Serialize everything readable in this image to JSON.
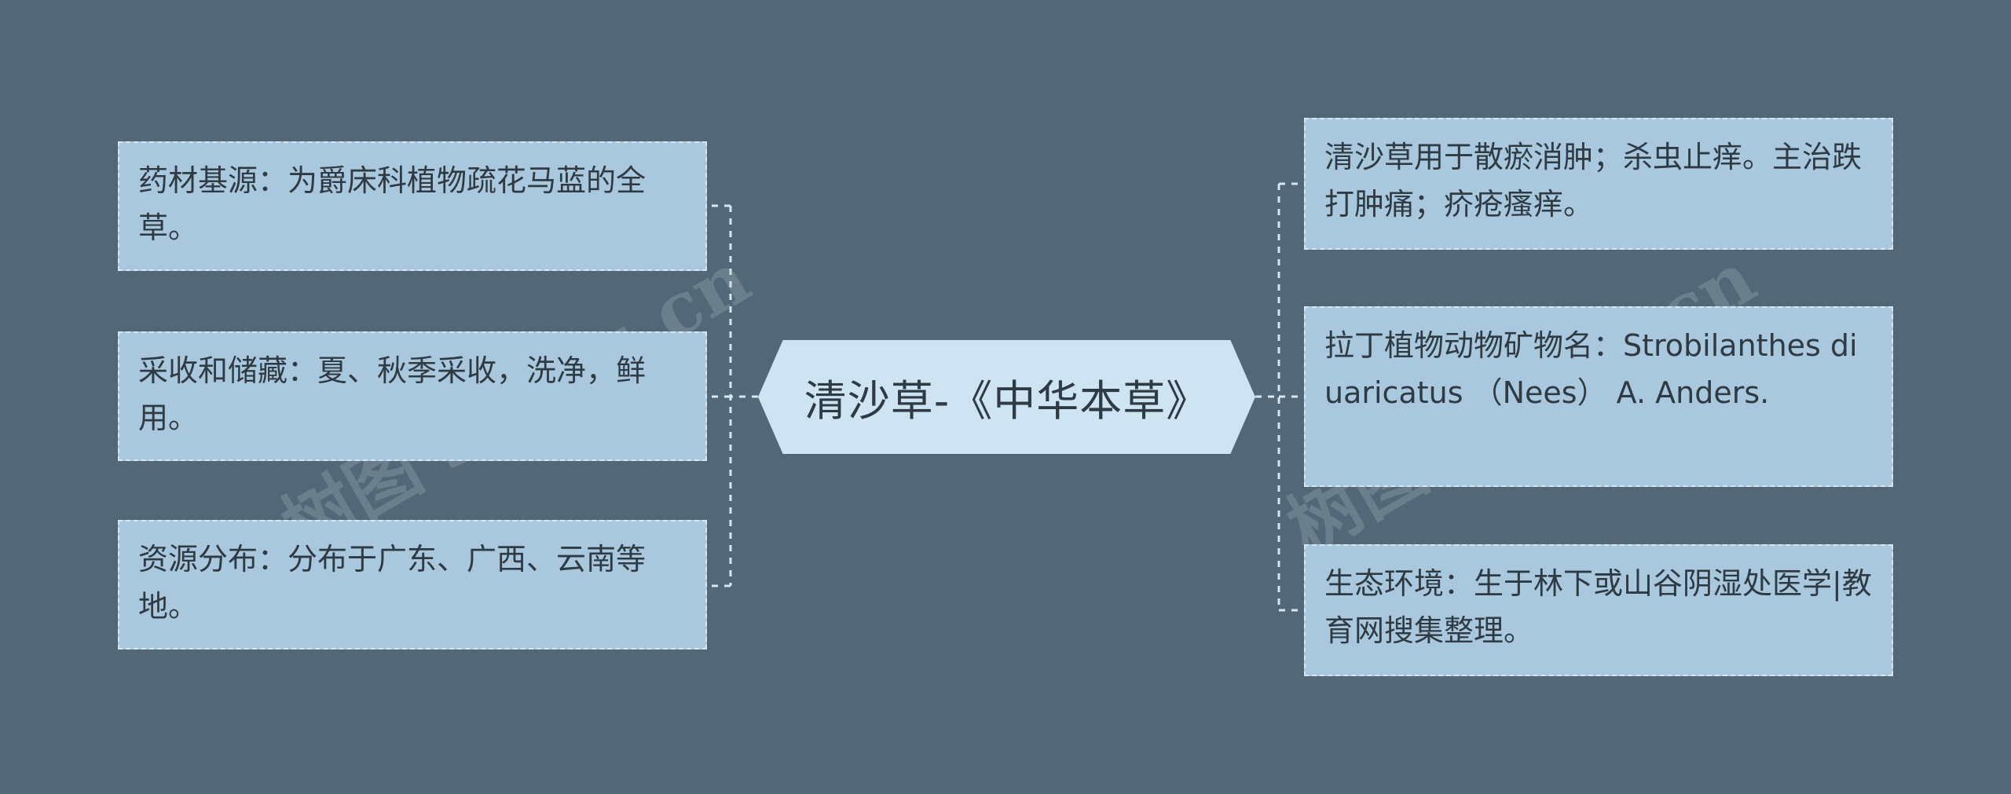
{
  "center": {
    "label": "清沙草-《中华本草》"
  },
  "left_nodes": [
    {
      "text": "药材基源：为爵床科植物疏花马蓝的全草。"
    },
    {
      "text": "采收和储藏：夏、秋季采收，洗净，鲜用。"
    },
    {
      "text": "资源分布：分布于广东、广西、云南等地。"
    }
  ],
  "right_nodes": [
    {
      "text": "清沙草用于散瘀消肿；杀虫止痒。主治跌打肿痛；疥疮瘙痒。"
    },
    {
      "text": "拉丁植物动物矿物名：Strobilanthes diuaricatus （Nees） A. Anders."
    },
    {
      "text": "生态环境：生于林下或山谷阴湿处医学|教育网搜集整理。"
    }
  ],
  "watermarks": [
    "树图 shutu.cn",
    "树图 shutu.cn"
  ],
  "colors": {
    "background": "#526878",
    "node_fill": "#a9c8de",
    "center_fill": "#cfe4f2",
    "connector": "#d7e6f1"
  }
}
